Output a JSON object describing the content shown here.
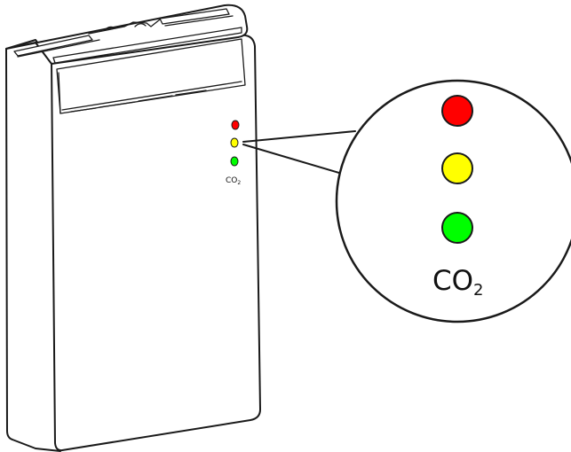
{
  "device": {
    "indicator_label": "CO",
    "indicator_subscript": "2",
    "leds": [
      {
        "name": "red-led",
        "color": "#ff0000"
      },
      {
        "name": "yellow-led",
        "color": "#ffff00"
      },
      {
        "name": "green-led",
        "color": "#00ff00"
      }
    ]
  },
  "callout": {
    "label": "CO",
    "subscript": "2"
  }
}
